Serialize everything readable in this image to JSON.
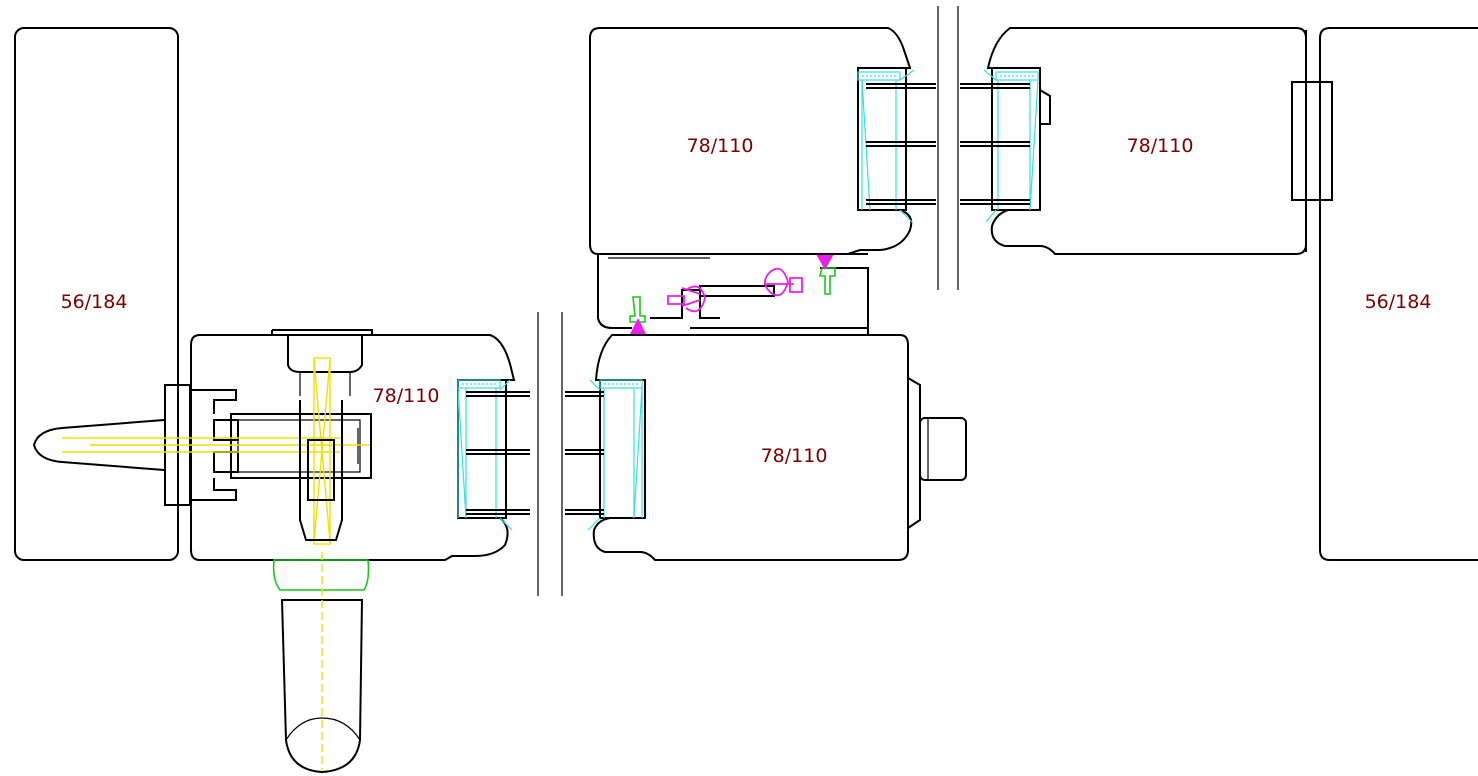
{
  "diagram": {
    "labels": {
      "left_wall": "56/184",
      "right_wall": "56/184",
      "frame_left_lower": "78/110",
      "sash_lower": "78/110",
      "sash_upper_left": "78/110",
      "sash_upper_right": "78/110"
    },
    "colors": {
      "outline": "#000000",
      "label": "#7a0000",
      "glazing": "#35e0e0",
      "handle": "#f0e000",
      "gasket": "#19c819",
      "hardware": "#e820e8"
    }
  }
}
